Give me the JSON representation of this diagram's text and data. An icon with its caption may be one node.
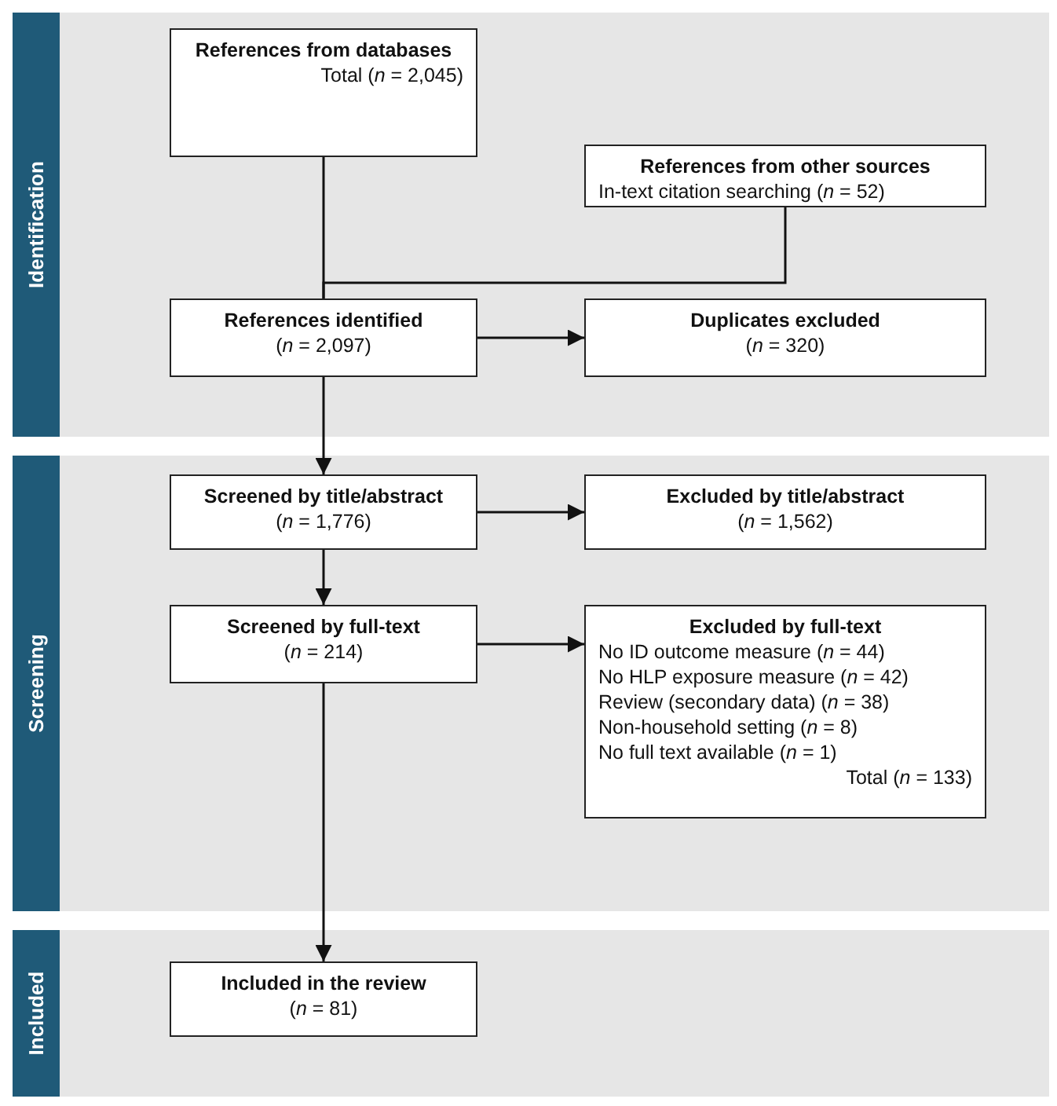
{
  "diagram": {
    "nodes": [
      {
        "text": [
          "Identification"
        ]
      },
      {
        "text": [
          "References from databases",
          "Total (*n* = 2,045)"
        ],
        "in": 0
      },
      {
        "text": [
          "References from other sources",
          "In-text citation searching (*n* = 52)"
        ],
        "in": 0
      },
      {
        "text": [
          "References identified",
          "(*n* = 2,097)"
        ],
        "in": 0
      },
      {
        "text": [
          "Duplicates excluded",
          "(*n* = 320)"
        ],
        "in": 0
      },
      {
        "text": [
          "Screening"
        ]
      },
      {
        "text": [
          "Screened by title/abstract",
          "(*n* = 1,776)"
        ],
        "in": 5
      },
      {
        "text": [
          "Excluded by title/abstract",
          "(*n* = 1,562)"
        ],
        "in": 5
      },
      {
        "text": [
          "Screened by full-text",
          "(*n* = 214)"
        ],
        "in": 5
      },
      {
        "text": [
          "Excluded by full-text",
          "No ID outcome measure (*n* = 44)",
          "No HLP exposure measure (*n* = 42)",
          "Review (secondary data) (*n* = 38)",
          "Non-household setting (*n* = 8)",
          "No full text available (*n* = 1)",
          "Total (*n* = 133)"
        ],
        "in": 5
      },
      {
        "text": [
          "Included"
        ]
      },
      {
        "text": [
          "Included in the review",
          "(*n* = 81)"
        ],
        "in": 10
      }
    ],
    "edges": [
      {
        "from": 1,
        "to": 3,
        "arrow": "none"
      },
      {
        "from": 2,
        "to": 3,
        "arrow": "none"
      },
      {
        "from": 3,
        "to": 4,
        "arrow": "to"
      },
      {
        "from": 3,
        "to": 6,
        "arrow": "to"
      },
      {
        "from": 6,
        "to": 7,
        "arrow": "to"
      },
      {
        "from": 6,
        "to": 8,
        "arrow": "to"
      },
      {
        "from": 8,
        "to": 9,
        "arrow": "to"
      },
      {
        "from": 8,
        "to": 11,
        "arrow": "to"
      }
    ]
  }
}
